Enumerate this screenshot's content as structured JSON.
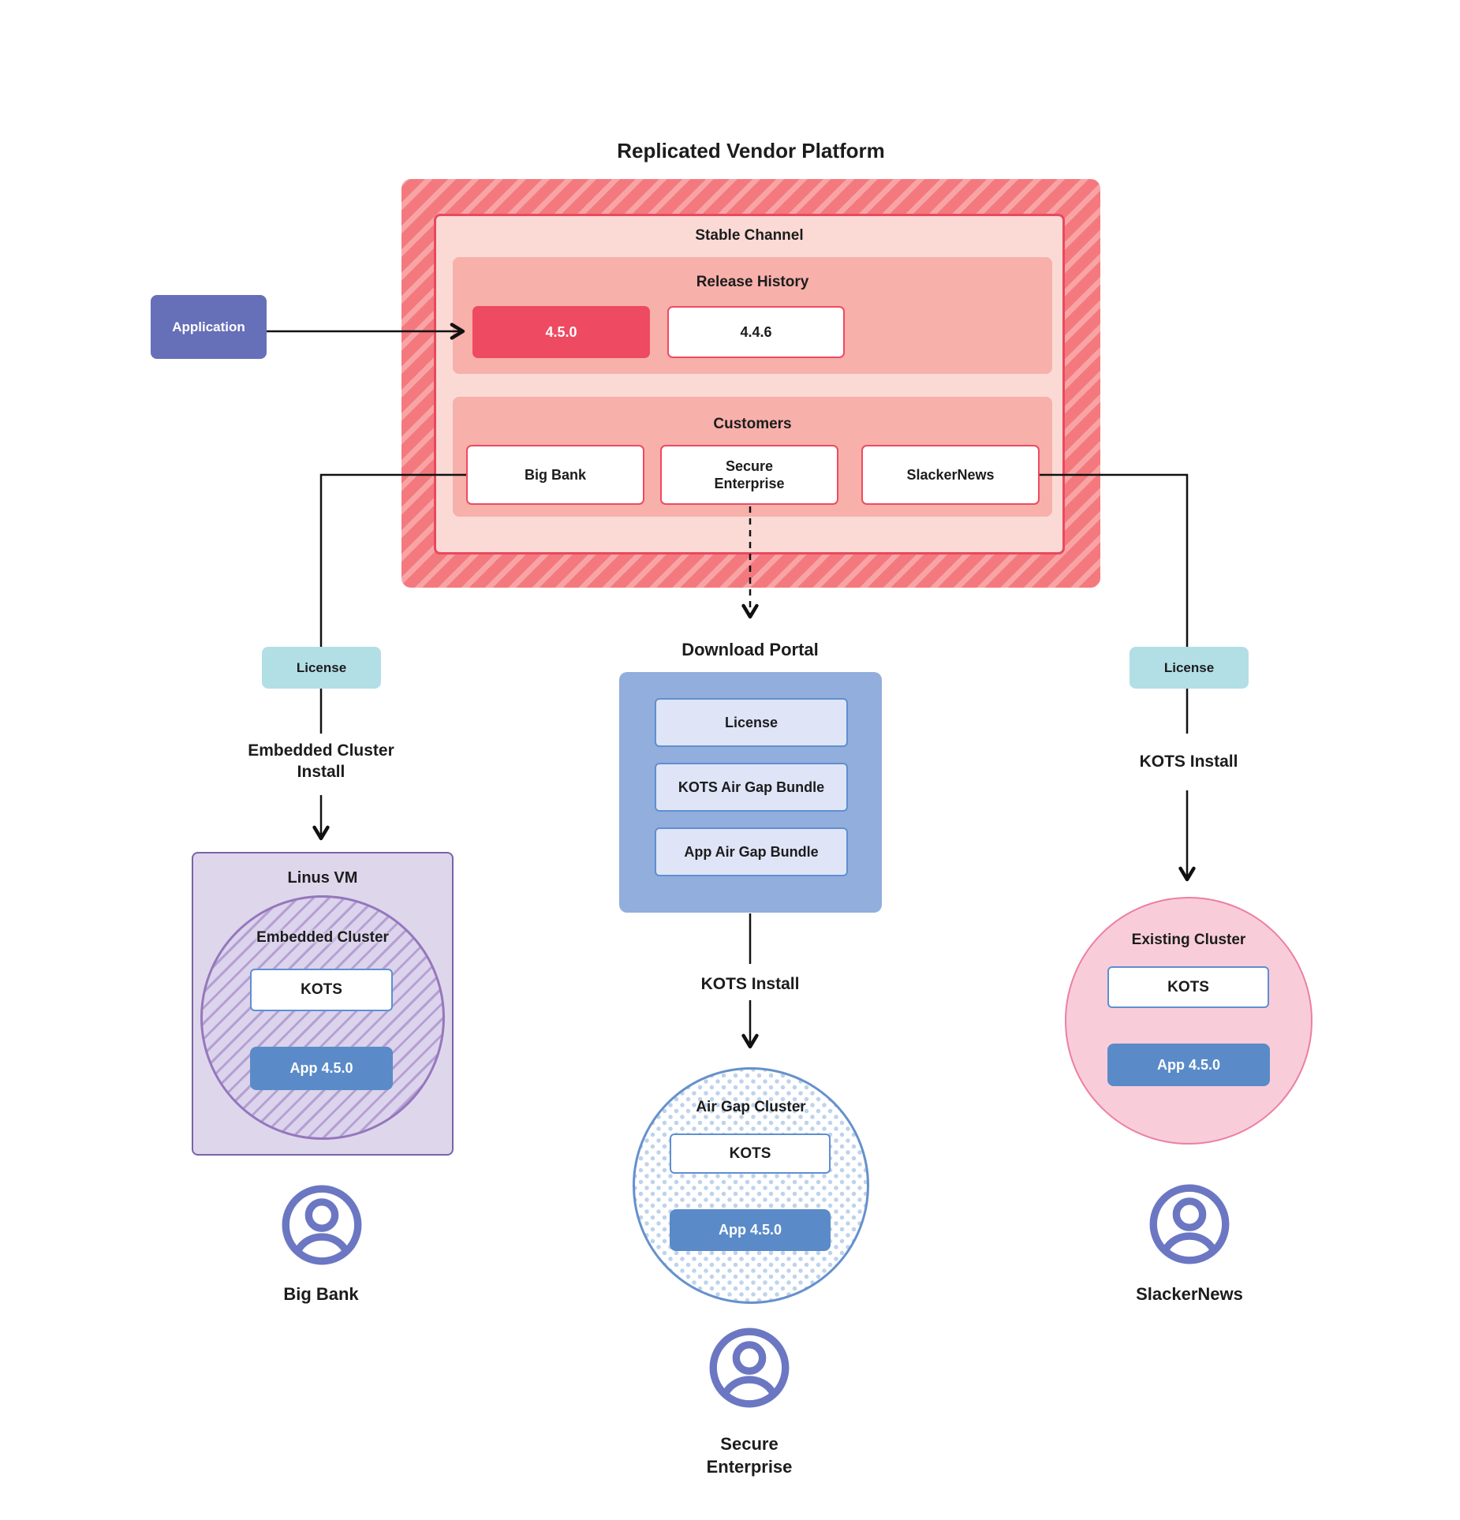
{
  "diagram": {
    "title": "Replicated Vendor Platform",
    "platform": {
      "stable_channel_label": "Stable Channel",
      "release_history_label": "Release History",
      "releases": [
        {
          "version": "4.5.0"
        },
        {
          "version": "4.4.6"
        }
      ],
      "customers_label": "Customers",
      "customers": [
        "Big Bank",
        "Secure Enterprise",
        "SlackerNews"
      ]
    },
    "application_label": "Application",
    "left_branch": {
      "license_label": "License",
      "install_label": "Embedded Cluster Install",
      "vm_label": "Linus VM",
      "cluster_label": "Embedded Cluster",
      "kots_label": "KOTS",
      "app_label": "App 4.5.0",
      "user_label": "Big Bank"
    },
    "middle_branch": {
      "portal_label": "Download Portal",
      "portal_items": [
        "License",
        "KOTS Air Gap Bundle",
        "App Air Gap Bundle"
      ],
      "install_label": "KOTS Install",
      "cluster_label": "Air Gap Cluster",
      "kots_label": "KOTS",
      "app_label": "App 4.5.0",
      "user_label": "Secure Enterprise"
    },
    "right_branch": {
      "license_label": "License",
      "install_label": "KOTS Install",
      "cluster_label": "Existing Cluster",
      "kots_label": "KOTS",
      "app_label": "App 4.5.0",
      "user_label": "SlackerNews"
    },
    "colors": {
      "platform_stripe_dark": "#f4797e",
      "platform_stripe_light": "#f8a6a6",
      "stable_fill": "#fbdad5",
      "red_border": "#e8495e",
      "panel_fill": "#f7b0aa",
      "release_highlight": "#ee4a62",
      "application_fill": "#6670b8",
      "license_fill": "#b2dfe6",
      "portal_fill": "#92aedd",
      "portal_item_fill": "#dfe5f6",
      "blue_border": "#5f8fd0",
      "app_box_fill": "#5a8bc8",
      "vm_fill": "#ded7ec",
      "purple_border": "#9577bd",
      "pink_circle_fill": "#f8cdd9",
      "pink_circle_border": "#ee7ea4",
      "person_icon": "#6b77c2"
    }
  }
}
